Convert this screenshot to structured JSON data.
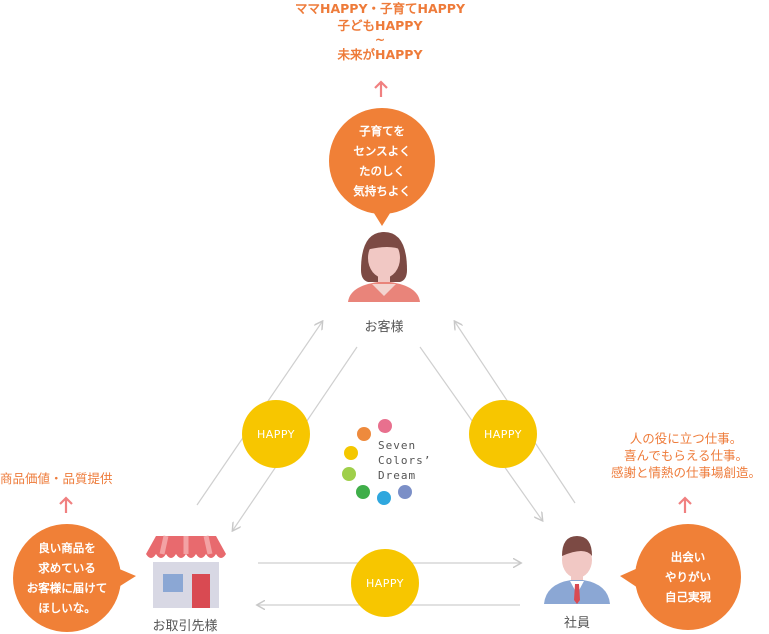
{
  "top_message": {
    "line1": "ママHAPPY・子育てHAPPY",
    "line2": "子どもHAPPY",
    "line3": "~",
    "line4": "未来がHAPPY"
  },
  "customer_bubble": "子育てを\nセンスよく\nたのしく\n気持ちよく",
  "customer_label": "お客様",
  "partner_bubble": "良い商品を\n求めている\nお客様に届けて\nほしいな。",
  "partner_message": "商品価値・品質提供",
  "partner_label": "お取引先様",
  "staff_bubble": "出会い\nやりがい\n自己実現",
  "staff_message": {
    "line1": "人の役に立つ仕事。",
    "line2": "喜んでもらえる仕事。",
    "line3": "感謝と情熱の仕事場創造。"
  },
  "staff_label": "社員",
  "happy_left": "HAPPY",
  "happy_right": "HAPPY",
  "happy_bottom": "HAPPY",
  "logo": {
    "line1": "Seven",
    "line2": "Colors’",
    "line3": "Dream"
  },
  "colors": {
    "accent": "#f08037",
    "happy": "#f7c600",
    "arrow": "#f08080",
    "line": "#cccccc"
  }
}
